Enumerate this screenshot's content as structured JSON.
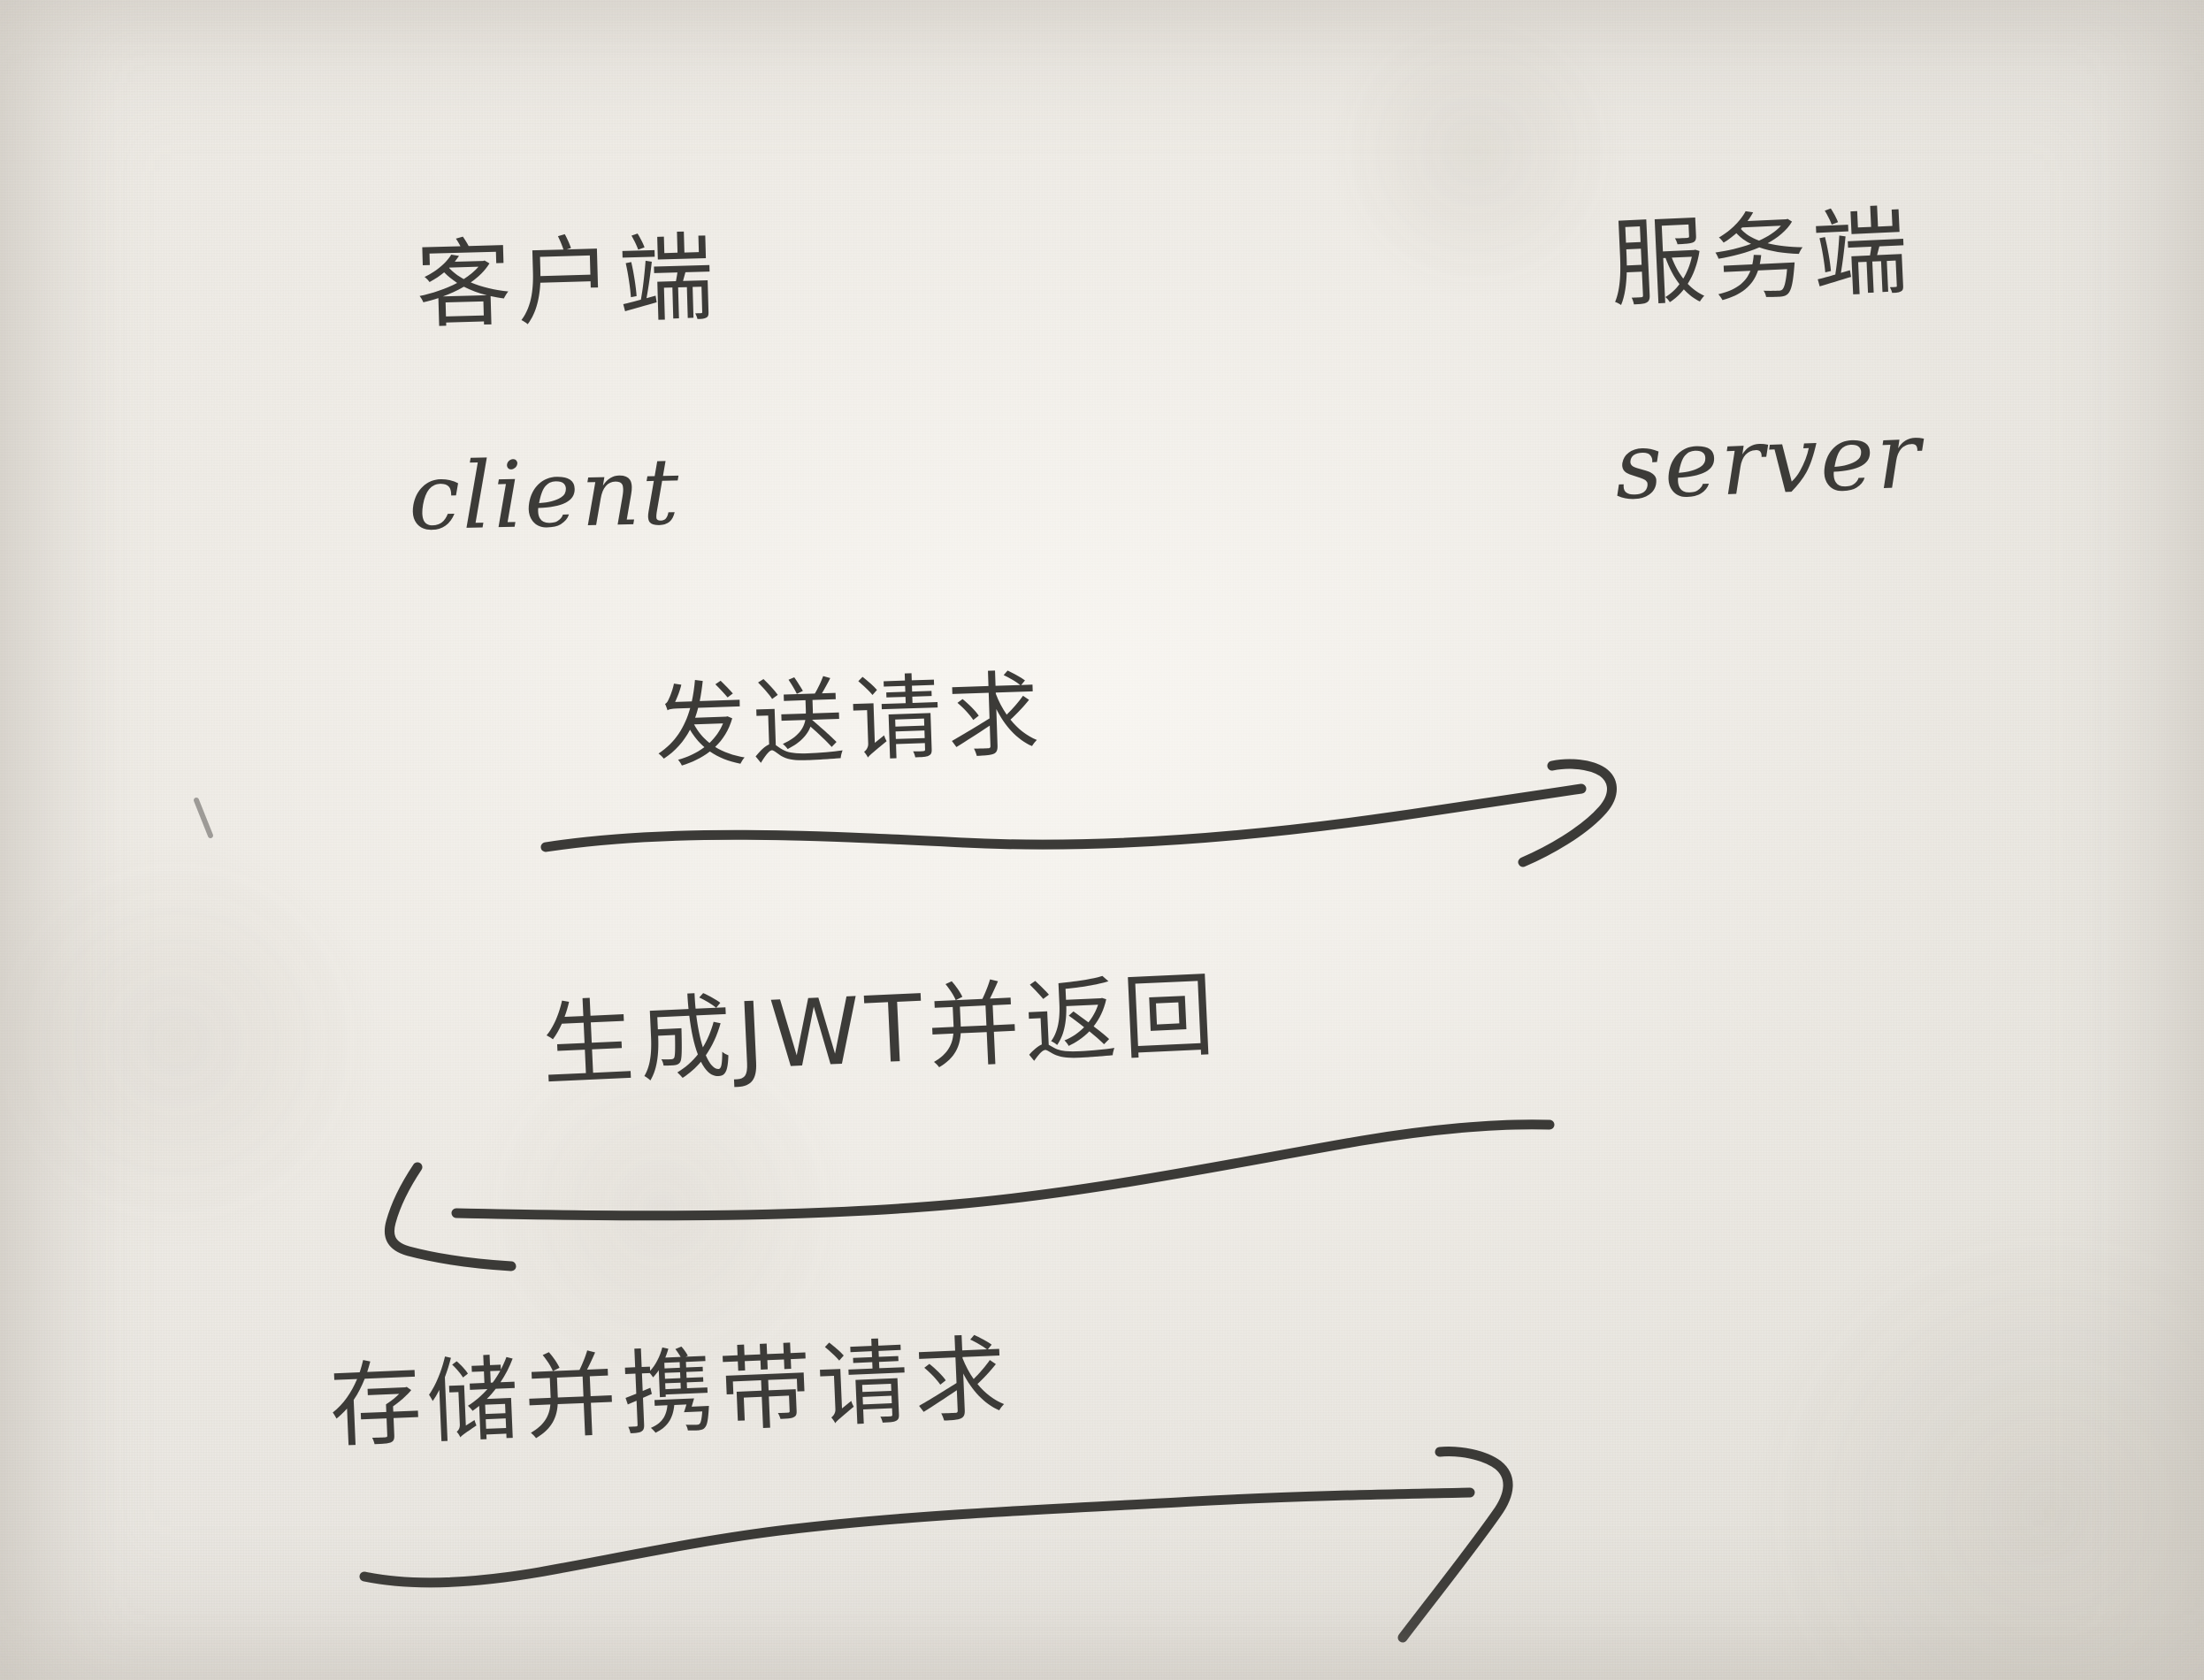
{
  "diagram": {
    "kind": "handwritten-sequence-diagram",
    "medium": "pen on paper photograph",
    "topic": "JWT authentication flow",
    "paper_color": "#e9e6e0",
    "ink_color": "#3b3a37"
  },
  "nodes": [
    {
      "id": "client",
      "label_cn": "客户端",
      "label_en": "client",
      "side": "left"
    },
    {
      "id": "server",
      "label_cn": "服务端",
      "label_en": "server",
      "side": "right"
    }
  ],
  "messages": [
    {
      "index": 1,
      "label": "发送请求",
      "from": "client",
      "to": "server",
      "direction": "right",
      "arrowhead": "right-chevron"
    },
    {
      "index": 2,
      "label": "生成JWT并返回",
      "from": "server",
      "to": "client",
      "direction": "left",
      "arrowhead": "left-chevron"
    },
    {
      "index": 3,
      "label": "存储并携带请求",
      "from": "client",
      "to": "server",
      "direction": "right",
      "arrowhead": "right-chevron"
    }
  ]
}
